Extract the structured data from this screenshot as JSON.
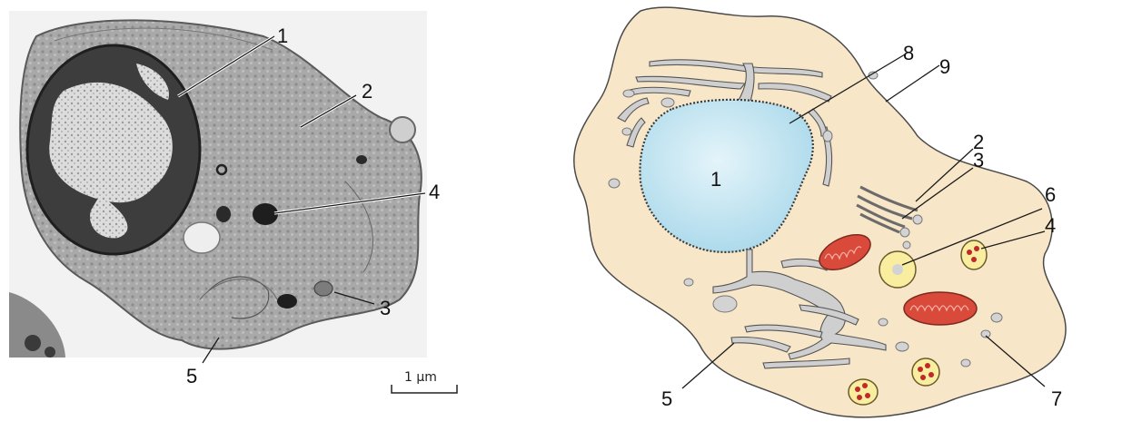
{
  "micrograph": {
    "labels": [
      "1",
      "2",
      "4",
      "3",
      "5"
    ],
    "scale_bar": "1 µm"
  },
  "drawing": {
    "labels": [
      "8",
      "9",
      "1",
      "2",
      "3",
      "6",
      "4",
      "5",
      "7"
    ]
  },
  "colors": {
    "cytoplasm": "#f8e6c8",
    "nucleus": "#bfe3ef",
    "mitochondria": "#d94a3a",
    "er": "#cfcfcf",
    "vacuole_yellow": "#f9eda0"
  }
}
